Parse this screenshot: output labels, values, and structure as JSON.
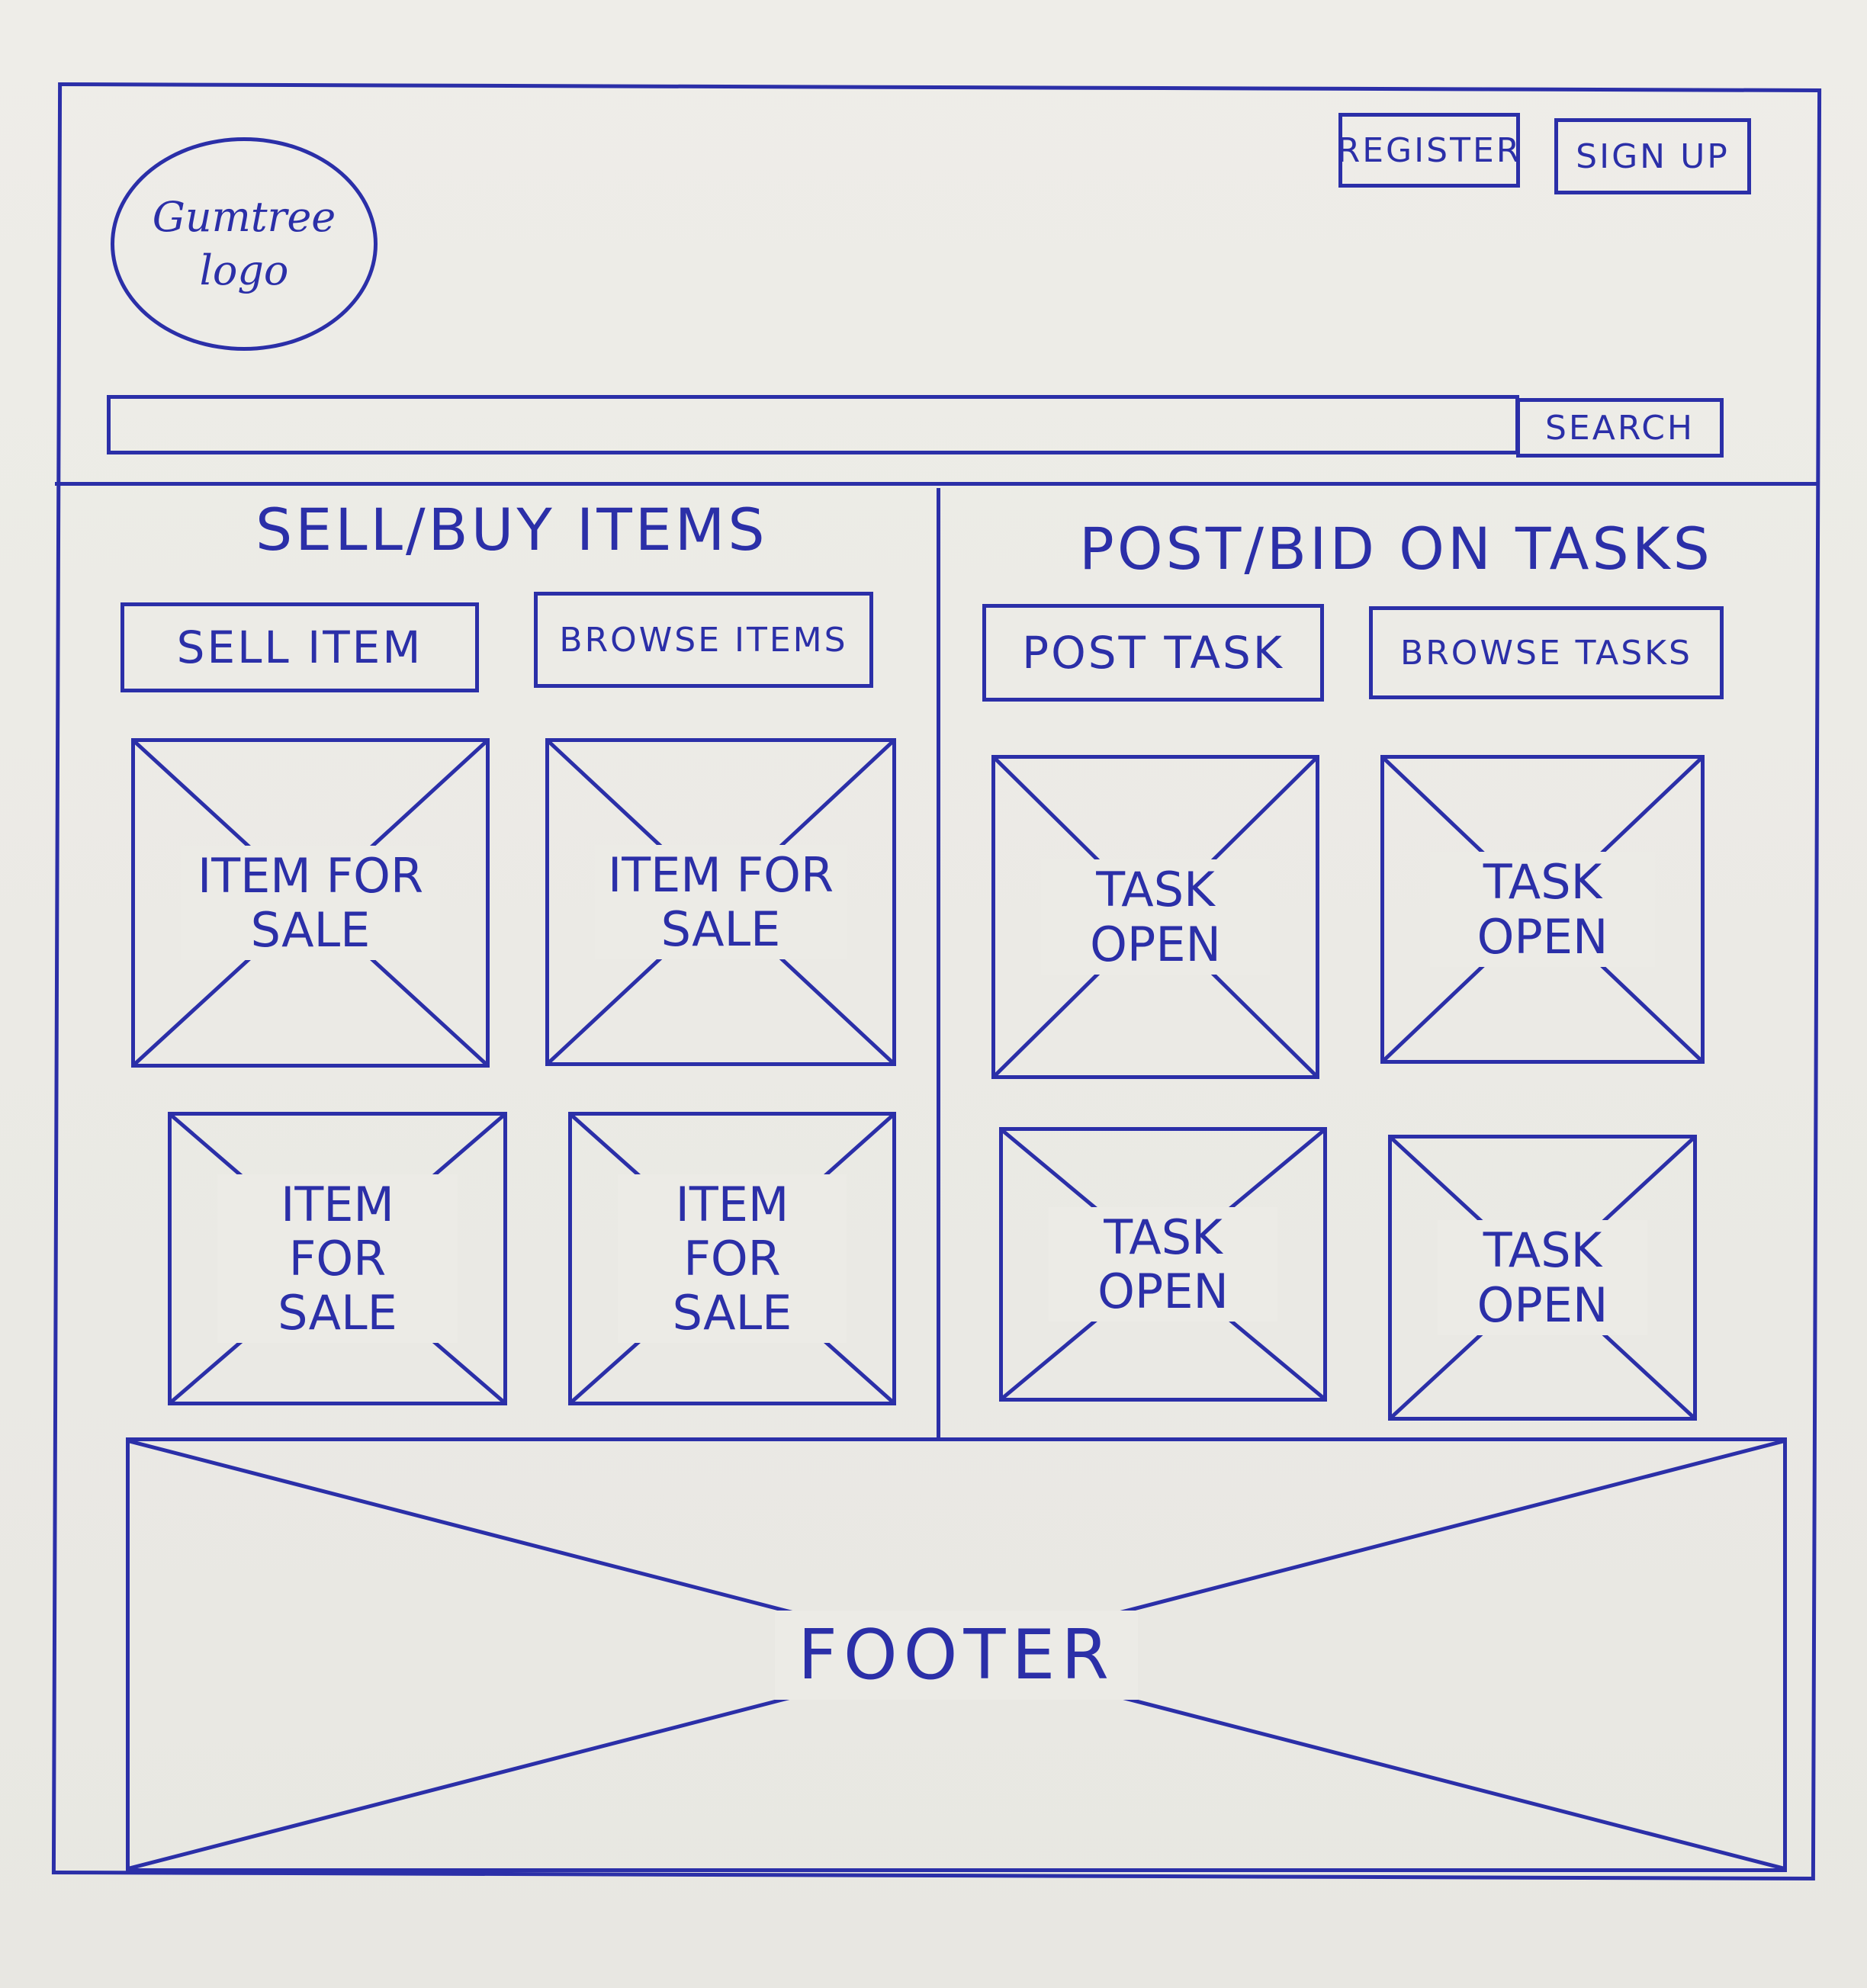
{
  "header": {
    "logo_text": "Gumtree logo",
    "register_label": "REGISTER",
    "signup_label": "SIGN UP"
  },
  "search": {
    "value": "",
    "placeholder": "",
    "button_label": "SEARCH"
  },
  "items_section": {
    "title": "SELL/BUY ITEMS",
    "sell_button": "SELL ITEM",
    "browse_button": "BROWSE ITEMS",
    "cards": [
      {
        "label": "ITEM FOR SALE"
      },
      {
        "label": "ITEM FOR SALE"
      },
      {
        "label": "ITEM FOR SALE"
      },
      {
        "label": "ITEM FOR SALE"
      }
    ]
  },
  "tasks_section": {
    "title": "POST/BID ON TASKS",
    "post_button": "POST TASK",
    "browse_button": "BROWSE TASKS",
    "cards": [
      {
        "label": "TASK OPEN"
      },
      {
        "label": "TASK OPEN"
      },
      {
        "label": "TASK OPEN"
      },
      {
        "label": "TASK OPEN"
      }
    ]
  },
  "footer": {
    "label": "FOOTER"
  },
  "colors": {
    "ink": "#2b2fa8",
    "paper": "#ecebe6"
  }
}
